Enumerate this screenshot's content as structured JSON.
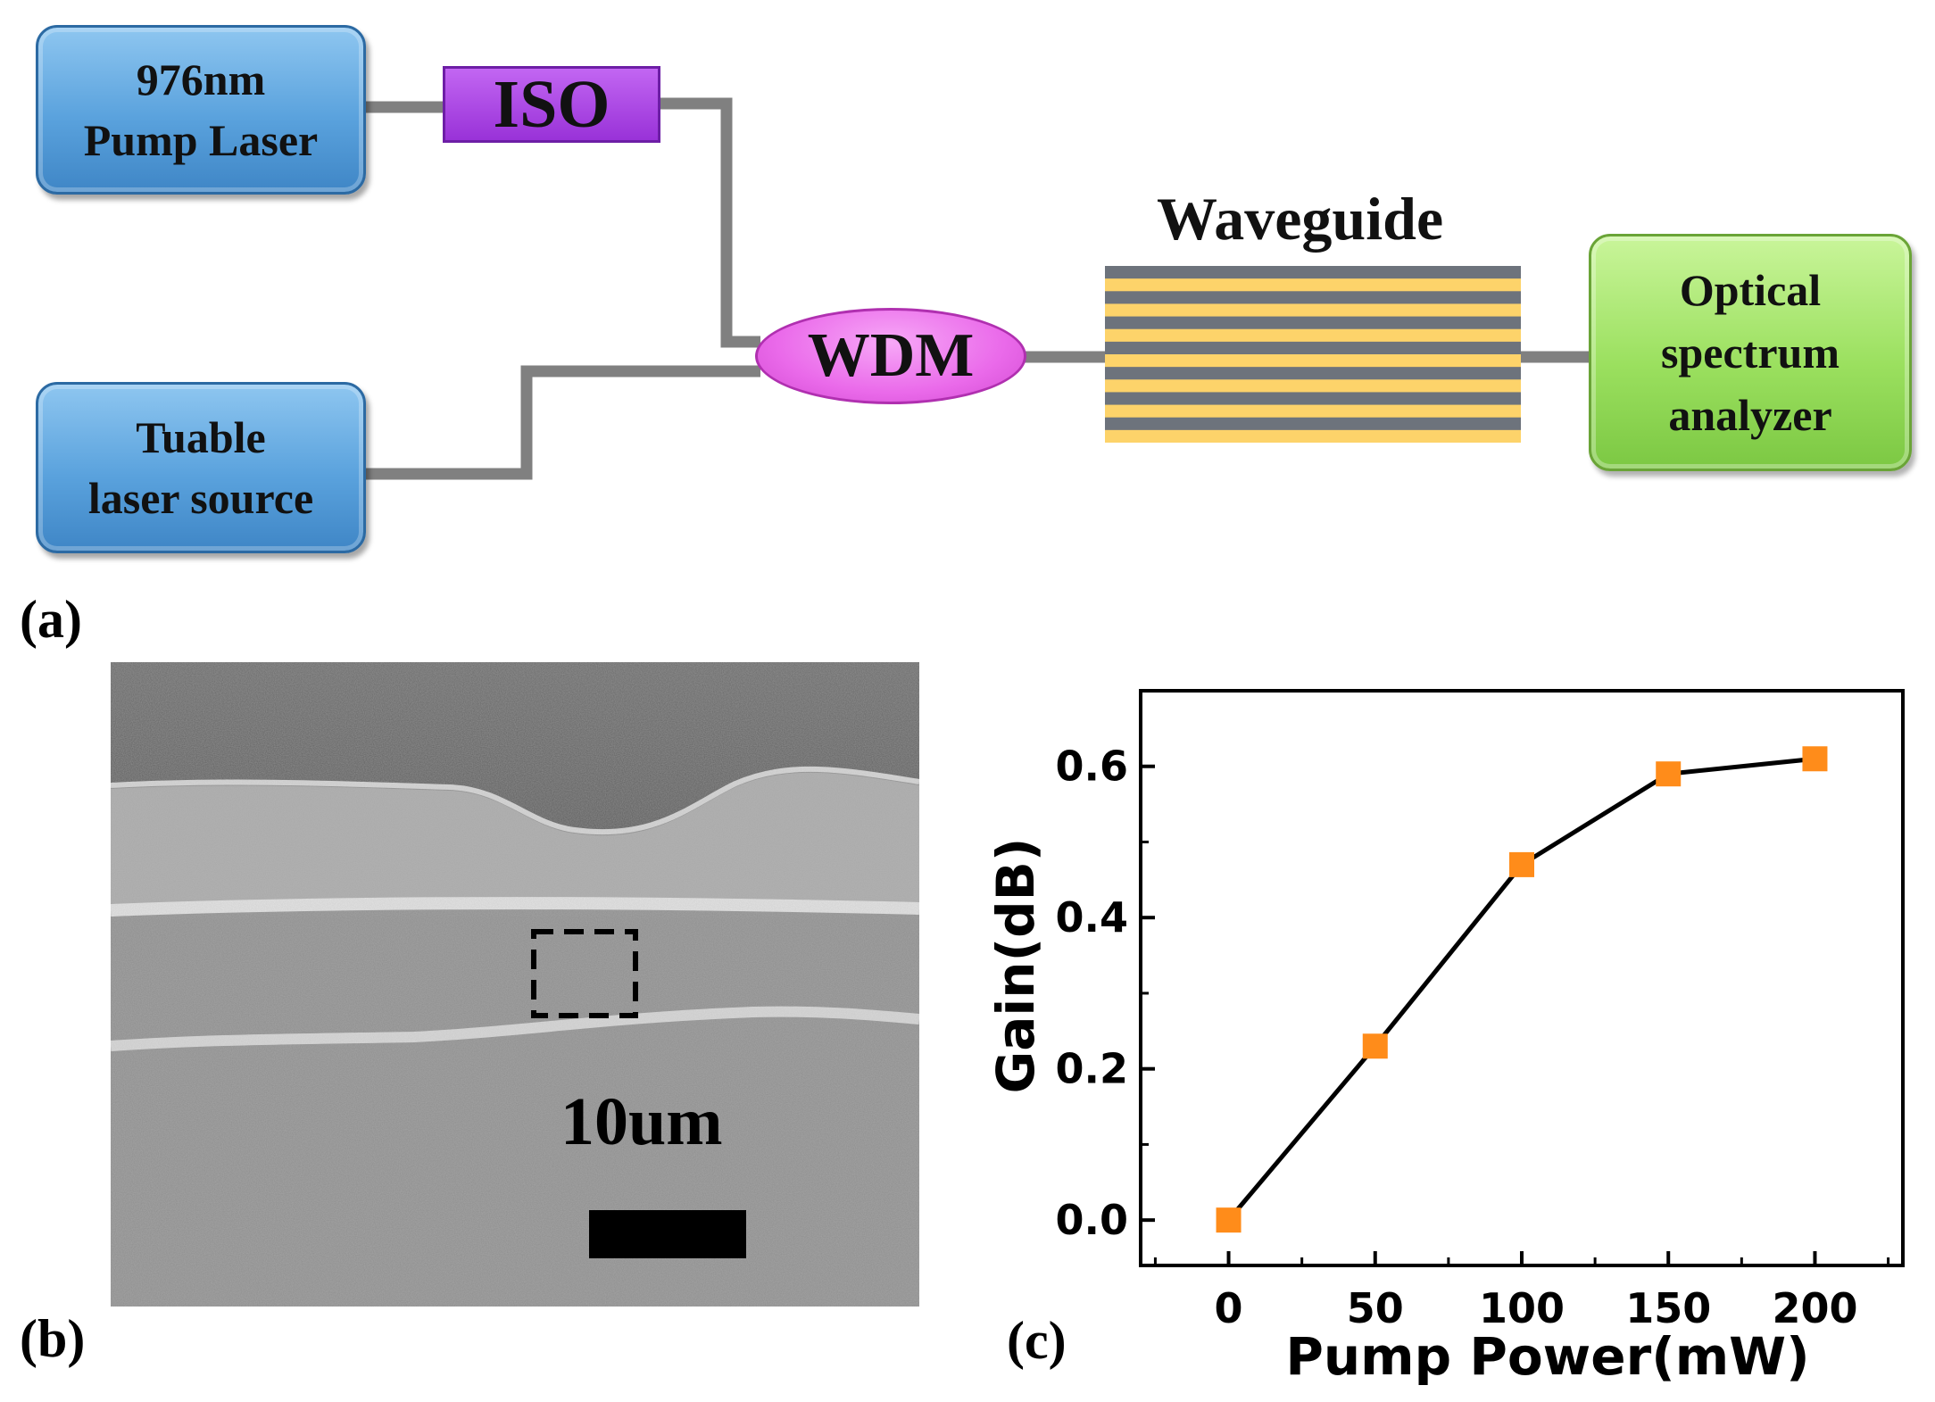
{
  "panel_a": {
    "label": "(a)",
    "pump_laser": {
      "line1": "976nm",
      "line2": "Pump Laser"
    },
    "isolator": "ISO",
    "tunable_source": {
      "line1": "Tuable",
      "line2": "laser source"
    },
    "wdm": "WDM",
    "waveguide": "Waveguide",
    "osa": {
      "line1": "Optical",
      "line2": "spectrum",
      "line3": "analyzer"
    },
    "colors": {
      "wire": "#808080",
      "laser_box": "#5aa2dd",
      "iso": "#9932d8",
      "wdm": "#ea6aea",
      "waveguide_stripe_a": "#fdd36a",
      "waveguide_stripe_b": "#6d737c",
      "osa_box": "#9be05f"
    }
  },
  "panel_b": {
    "label": "(b)",
    "scale_bar_label": "10um"
  },
  "panel_c": {
    "label": "(c)"
  },
  "chart_data": {
    "type": "line",
    "xlabel": "Pump Power(mW)",
    "ylabel": "Gain(dB)",
    "x": [
      0,
      50,
      100,
      150,
      200
    ],
    "series": [
      {
        "values": [
          0.0,
          0.23,
          0.47,
          0.59,
          0.61
        ],
        "marker": "square",
        "marker_color": "#ff8c1a",
        "line_color": "#000000"
      }
    ],
    "xlim": [
      -30,
      230
    ],
    "ylim": [
      -0.06,
      0.7
    ],
    "xticks": [
      0,
      50,
      100,
      150,
      200
    ],
    "yticks": [
      0.0,
      0.2,
      0.4,
      0.6
    ],
    "ytick_labels": [
      "0.0",
      "0.2",
      "0.4",
      "0.6"
    ],
    "grid": false
  }
}
